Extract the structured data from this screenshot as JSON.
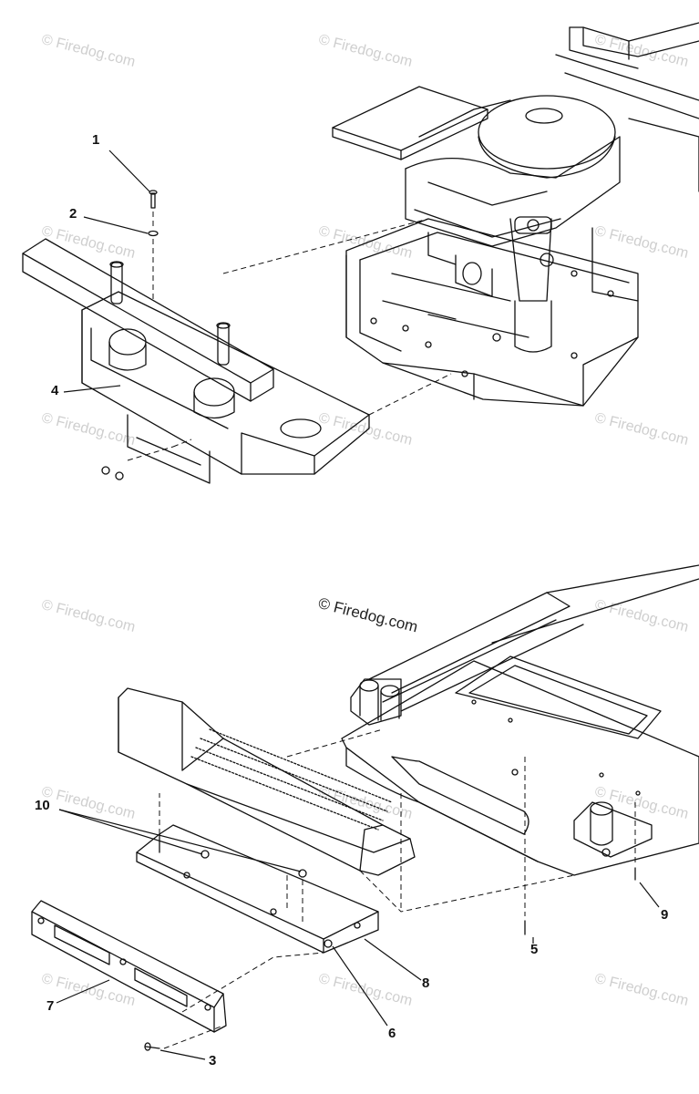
{
  "watermark": {
    "main": "© Firedog.com",
    "faint": "© Firedog.com"
  },
  "callouts": {
    "c1": "1",
    "c2": "2",
    "c3": "3",
    "c4": "4",
    "c5": "5",
    "c6": "6",
    "c7": "7",
    "c8": "8",
    "c9": "9",
    "c10": "10"
  }
}
